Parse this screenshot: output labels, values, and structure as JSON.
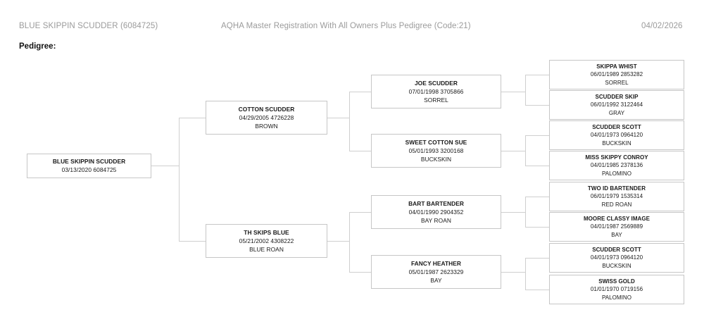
{
  "header": {
    "left": "BLUE SKIPPIN SCUDDER (6084725)",
    "center": "AQHA Master Registration With All Owners Plus Pedigree (Code:21)",
    "right": "04/02/2026"
  },
  "section_label": "Pedigree:",
  "colors": {
    "header_text": "#9b9b9b",
    "box_border": "#c6c6c6",
    "connector": "#cfcfcf",
    "body_text": "#1a1a1a"
  },
  "chart_data": {
    "type": "diagram",
    "title": "Pedigree",
    "subject": {
      "name": "BLUE SKIPPIN SCUDDER",
      "date_and_reg": "03/13/2020 6084725",
      "color": ""
    },
    "generation1": [
      {
        "name": "COTTON SCUDDER",
        "date_and_reg": "04/29/2005 4726228",
        "color": "BROWN"
      },
      {
        "name": "TH SKIPS BLUE",
        "date_and_reg": "05/21/2002 4308222",
        "color": "BLUE ROAN"
      }
    ],
    "generation2": [
      {
        "name": "JOE SCUDDER",
        "date_and_reg": "07/01/1998 3705866",
        "color": "SORREL"
      },
      {
        "name": "SWEET COTTON SUE",
        "date_and_reg": "05/01/1993 3200168",
        "color": "BUCKSKIN"
      },
      {
        "name": "BART BARTENDER",
        "date_and_reg": "04/01/1990 2904352",
        "color": "BAY ROAN"
      },
      {
        "name": "FANCY HEATHER",
        "date_and_reg": "05/01/1987 2623329",
        "color": "BAY"
      }
    ],
    "generation3": [
      {
        "name": "SKIPPA WHIST",
        "date_and_reg": "06/01/1989 2853282",
        "color": "SORREL"
      },
      {
        "name": "SCUDDER SKIP",
        "date_and_reg": "06/01/1992 3122464",
        "color": "GRAY"
      },
      {
        "name": "SCUDDER SCOTT",
        "date_and_reg": "04/01/1973 0964120",
        "color": "BUCKSKIN"
      },
      {
        "name": "MISS SKIPPY CONROY",
        "date_and_reg": "04/01/1985 2378136",
        "color": "PALOMINO"
      },
      {
        "name": "TWO ID BARTENDER",
        "date_and_reg": "06/01/1979 1535314",
        "color": "RED ROAN"
      },
      {
        "name": "MOORE CLASSY IMAGE",
        "date_and_reg": "04/01/1987 2569889",
        "color": "BAY"
      },
      {
        "name": "SCUDDER SCOTT",
        "date_and_reg": "04/01/1973 0964120",
        "color": "BUCKSKIN"
      },
      {
        "name": "SWISS GOLD",
        "date_and_reg": "01/01/1970 0719156",
        "color": "PALOMINO"
      }
    ]
  }
}
